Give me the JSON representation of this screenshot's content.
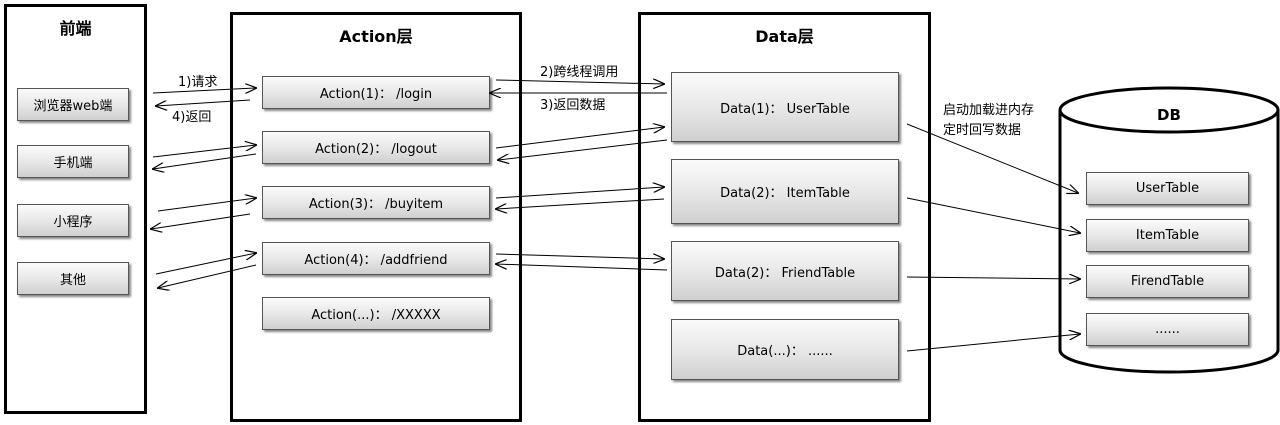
{
  "frontend": {
    "title": "前端",
    "clients": [
      "浏览器web端",
      "手机端",
      "小程序",
      "其他"
    ]
  },
  "action_layer": {
    "title": "Action层",
    "actions": [
      "Action(1)： /login",
      "Action(2)： /logout",
      "Action(3)： /buyitem",
      "Action(4)： /addfriend",
      "Action(...)： /XXXXX"
    ]
  },
  "data_layer": {
    "title": "Data层",
    "items": [
      "Data(1)： UserTable",
      "Data(2)： ItemTable",
      "Data(2)： FriendTable",
      "Data(...)： ......"
    ]
  },
  "db": {
    "title": "DB",
    "tables": [
      "UserTable",
      "ItemTable",
      "FirendTable",
      "......"
    ]
  },
  "annotations": {
    "request": "1)请求",
    "return": "4)返回",
    "cross_thread_call": "2)跨线程调用",
    "return_data": "3)返回数据",
    "load_line1": "启动加载进内存",
    "load_line2": "定时回写数据"
  }
}
